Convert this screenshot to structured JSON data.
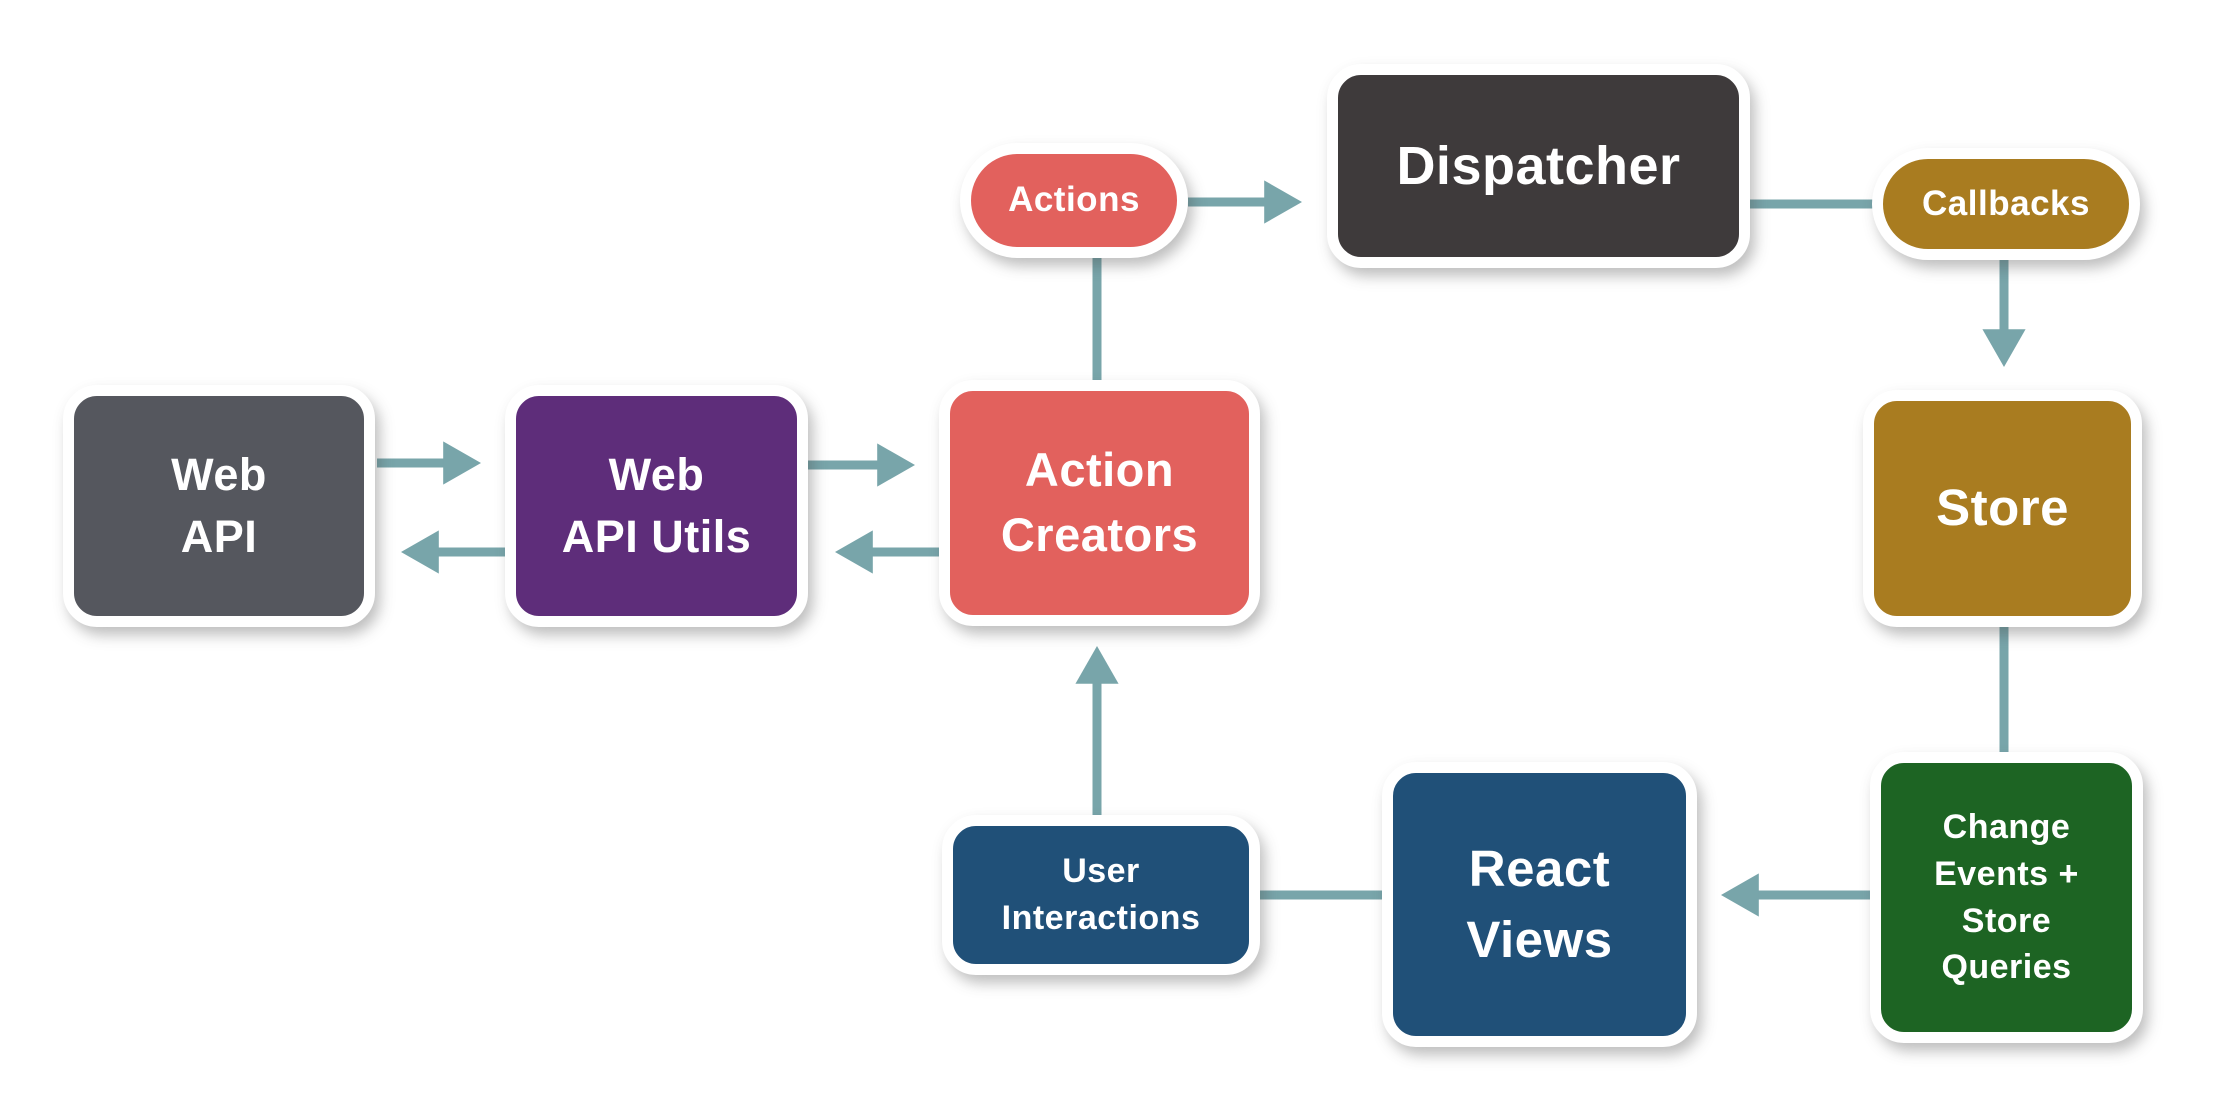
{
  "colors": {
    "background": "#ffffff",
    "connector": "#78a5aa",
    "node_text": "#ffffff"
  },
  "nodes": {
    "web_api": {
      "label": "Web\nAPI",
      "fill": "#55575e"
    },
    "web_api_utils": {
      "label": "Web\nAPI Utils",
      "fill": "#5e2d7a"
    },
    "action_creators": {
      "label": "Action\nCreators",
      "fill": "#e2615d"
    },
    "actions": {
      "label": "Actions",
      "fill": "#e2615d"
    },
    "dispatcher": {
      "label": "Dispatcher",
      "fill": "#3e3a3b"
    },
    "callbacks": {
      "label": "Callbacks",
      "fill": "#a97c20"
    },
    "store": {
      "label": "Store",
      "fill": "#a97c20"
    },
    "change_events": {
      "label": "Change\nEvents +\nStore\nQueries",
      "fill": "#1d6423"
    },
    "react_views": {
      "label": "React\nViews",
      "fill": "#205078"
    },
    "user_interactions": {
      "label": "User\nInteractions",
      "fill": "#205078"
    }
  },
  "connections": [
    {
      "from": "web_api",
      "to": "web_api_utils",
      "arrow": true
    },
    {
      "from": "web_api_utils",
      "to": "web_api",
      "arrow": true
    },
    {
      "from": "web_api_utils",
      "to": "action_creators",
      "arrow": true
    },
    {
      "from": "action_creators",
      "to": "web_api_utils",
      "arrow": true
    },
    {
      "from": "action_creators",
      "to": "actions",
      "arrow": false
    },
    {
      "from": "actions",
      "to": "dispatcher",
      "arrow": true
    },
    {
      "from": "dispatcher",
      "to": "callbacks",
      "arrow": false
    },
    {
      "from": "callbacks",
      "to": "store",
      "arrow": true
    },
    {
      "from": "store",
      "to": "change_events",
      "arrow": false
    },
    {
      "from": "change_events",
      "to": "react_views",
      "arrow": true
    },
    {
      "from": "react_views",
      "to": "user_interactions",
      "arrow": false
    },
    {
      "from": "user_interactions",
      "to": "action_creators",
      "arrow": true
    }
  ]
}
